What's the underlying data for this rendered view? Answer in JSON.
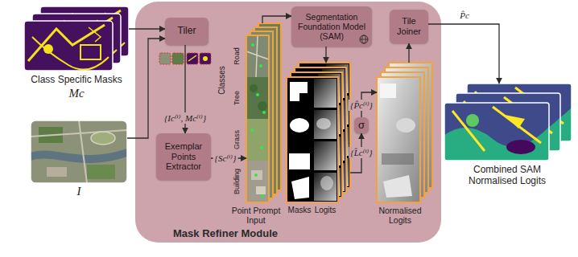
{
  "diagram": {
    "nodes": [
      {
        "text": [
          "Class Specific Masks",
          "Mc"
        ]
      },
      {
        "text": [
          "I"
        ]
      },
      {
        "text": [
          "Mask Refiner Module"
        ]
      },
      {
        "text": [
          "Tiler"
        ],
        "in": 2
      },
      {
        "text": [
          "Exemplar Points Extractor"
        ],
        "in": 2
      },
      {
        "text": [
          "Classes",
          "Road",
          "Tree",
          "Grass",
          "Building",
          "Point Prompt Input"
        ],
        "in": 2
      },
      {
        "text": [
          "Segmentation Foundation Model (SAM)"
        ],
        "in": 2
      },
      {
        "text": [
          "Masks",
          "Logits"
        ],
        "in": 2
      },
      {
        "text": [
          "σ"
        ],
        "in": 2
      },
      {
        "text": [
          "Normalised Logits"
        ],
        "in": 2
      },
      {
        "text": [
          "Tile Joiner"
        ],
        "in": 2
      },
      {
        "text": [
          "Combined SAM Normalised Logits"
        ]
      }
    ],
    "edges": [
      {
        "from": 0,
        "to": 3,
        "arrow": "to"
      },
      {
        "from": 1,
        "to": 3,
        "arrow": "to"
      },
      {
        "from": 3,
        "to": 4,
        "label": "{Ic⁽ⁱ⁾, Mc⁽ⁱ⁾}",
        "arrow": "to"
      },
      {
        "from": 4,
        "to": 5,
        "label": "{Sc⁽ⁱ⁾}",
        "arrow": "to"
      },
      {
        "from": 5,
        "to": 6,
        "arrow": "to"
      },
      {
        "from": 6,
        "to": 7,
        "arrow": "to"
      },
      {
        "from": 7,
        "to": 8,
        "label": "{L̂c⁽ⁱ⁾}",
        "arrow": "to"
      },
      {
        "from": 8,
        "to": 9,
        "label": "{P̂c⁽ⁱ⁾}",
        "arrow": "to"
      },
      {
        "from": 9,
        "to": 10,
        "arrow": "to"
      },
      {
        "from": 10,
        "to": 11,
        "label": "P̂c",
        "arrow": "to"
      }
    ]
  }
}
